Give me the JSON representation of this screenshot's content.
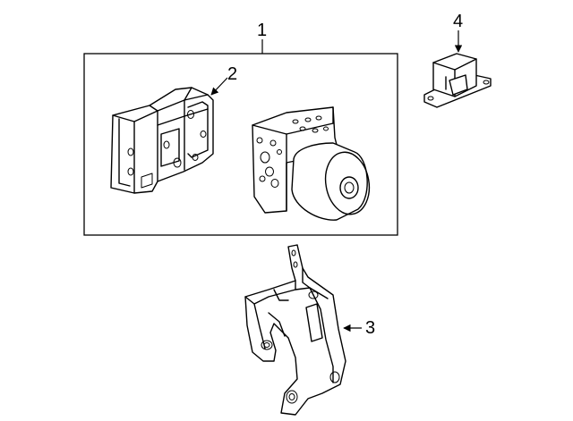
{
  "callouts": {
    "c1": "1",
    "c2": "2",
    "c3": "3",
    "c4": "4"
  },
  "colors": {
    "line": "#000000",
    "background": "#ffffff"
  },
  "parts": [
    {
      "callout": "1",
      "name": "abs-assembly"
    },
    {
      "callout": "2",
      "name": "control-module"
    },
    {
      "callout": "3",
      "name": "mounting-bracket"
    },
    {
      "callout": "4",
      "name": "sensor"
    }
  ]
}
